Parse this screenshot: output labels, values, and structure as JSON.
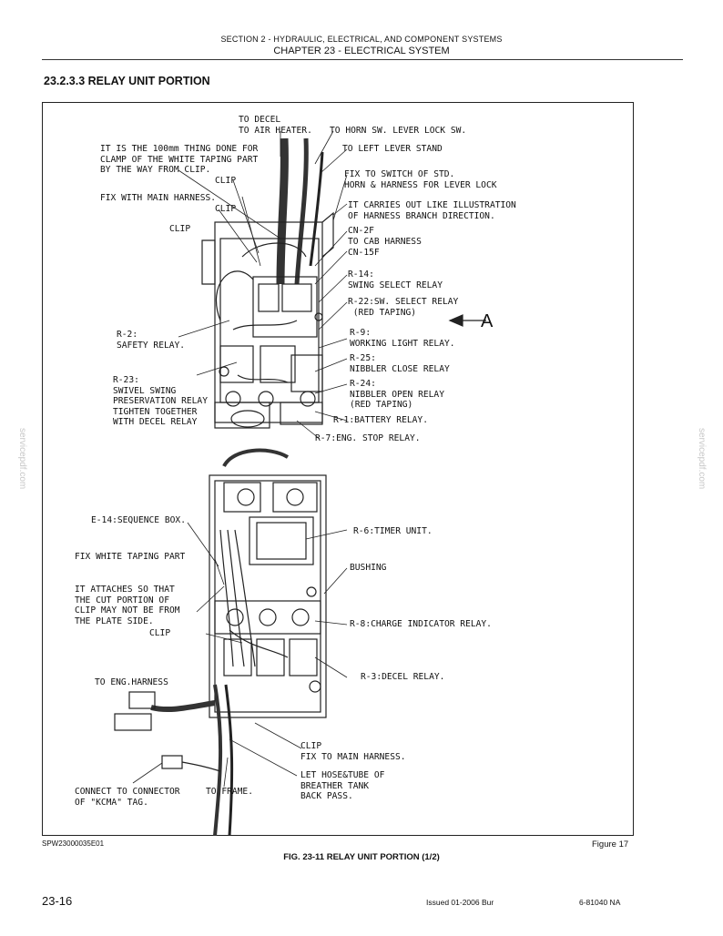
{
  "header": {
    "section": "SECTION 2 - HYDRAULIC, ELECTRICAL, AND COMPONENT SYSTEMS",
    "chapter": "CHAPTER 23 - ELECTRICAL SYSTEM"
  },
  "section_title": "23.2.3.3  RELAY UNIT PORTION",
  "figure": {
    "callouts": {
      "to_decel": "TO DECEL\nTO AIR HEATER.",
      "horn_sw": "TO HORN SW. LEVER LOCK SW.",
      "left_lever": "TO LEFT LEVER STAND",
      "thing_100mm": "IT IS THE 100mm THING DONE FOR\nCLAMP OF THE WHITE TAPING PART\nBY THE WAY FROM CLIP.",
      "clip1": "CLIP",
      "fix_main": "FIX WITH MAIN HARNESS.",
      "clip2": "CLIP",
      "fix_switch": "FIX TO SWITCH OF STD.\nHORN & HARNESS FOR LEVER LOCK",
      "carries_out": "IT CARRIES OUT LIKE ILLUSTRATION\nOF HARNESS BRANCH DIRECTION.",
      "clip3": "CLIP",
      "cn2f": "CN-2F\nTO CAB HARNESS",
      "cn15f": "CN-15F",
      "r14": "R-14:\nSWING SELECT RELAY",
      "r22": "R-22:SW. SELECT RELAY\n (RED TAPING)",
      "arrow_a": "A",
      "r2": "R-2:\nSAFETY RELAY.",
      "r9": "R-9:\nWORKING LIGHT RELAY.",
      "r25": "R-25:\nNIBBLER CLOSE RELAY",
      "r23": "R-23:\nSWIVEL SWING\nPRESERVATION RELAY\nTIGHTEN TOGETHER\nWITH DECEL RELAY",
      "r24": "R-24:\nNIBBLER OPEN RELAY\n(RED TAPING)",
      "r1": "R-1:BATTERY RELAY.",
      "r7": "R-7:ENG. STOP RELAY.",
      "e14": "E-14:SEQUENCE BOX.",
      "r6": "R-6:TIMER UNIT.",
      "fix_white": "FIX WHITE TAPING PART",
      "bushing": "BUSHING",
      "attaches": "IT ATTACHES SO THAT\nTHE CUT PORTION OF\nCLIP MAY NOT BE FROM\nTHE PLATE SIDE.",
      "r8": "R-8:CHARGE INDICATOR RELAY.",
      "clip4": "CLIP",
      "eng_harness": "TO ENG.HARNESS",
      "r3": "R-3:DECEL RELAY.",
      "clip_fix_main": "CLIP\nFIX TO MAIN HARNESS.",
      "hose_tube": "LET HOSE&TUBE OF\nBREATHER TANK\nBACK PASS.",
      "connect_kcma": "CONNECT TO CONNECTOR\nOF \"KCMA\" TAG.",
      "to_frame": "TO FRAME."
    },
    "code": "SPW23000035E01",
    "number": "Figure 17",
    "caption": "FIG. 23-11 RELAY UNIT PORTION (1/2)"
  },
  "footer": {
    "page": "23-16",
    "issued": "Issued 01-2006    Bur",
    "docnum": "6-81040 NA"
  },
  "watermark": "servicepdf.com"
}
